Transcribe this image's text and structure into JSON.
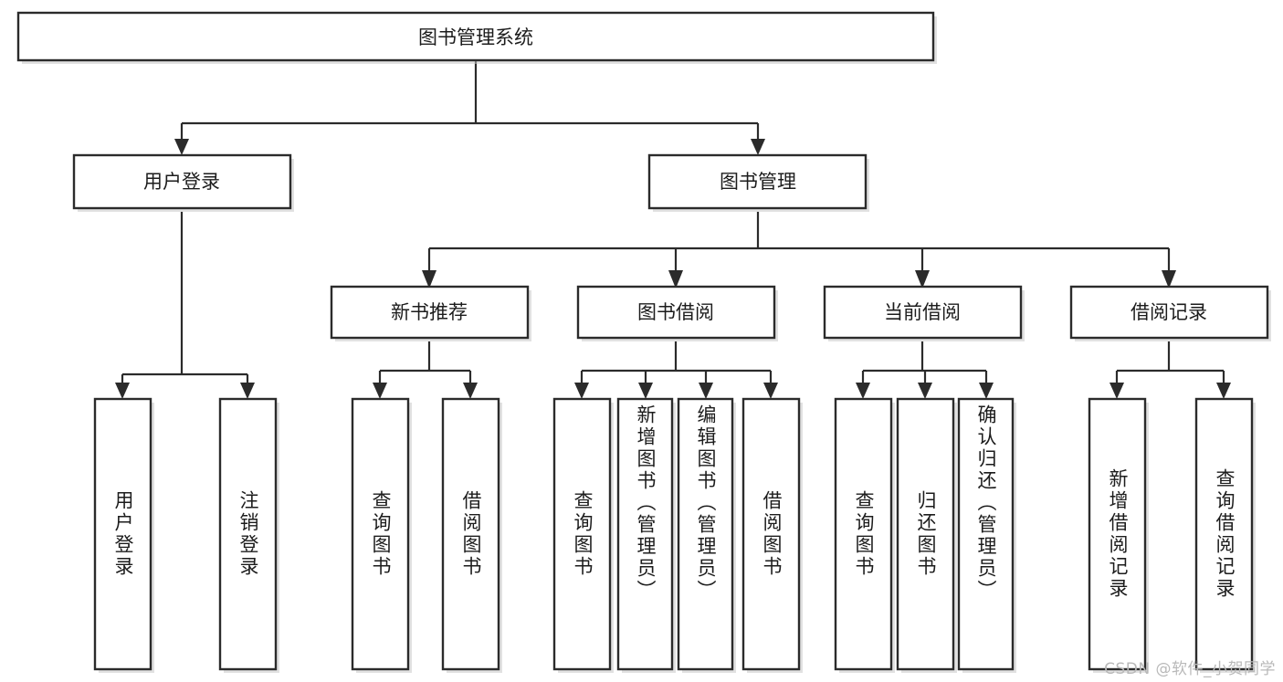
{
  "diagram": {
    "type": "hierarchy-tree",
    "title": "图书管理系统",
    "watermark": "CSDN @软件_小贺同学",
    "colors": {
      "stroke": "#2b2b2b",
      "fill": "#ffffff",
      "text": "#1c1c1c",
      "watermark": "#b9b9b9",
      "shadow": "#c9c9c9"
    },
    "levels": {
      "root": {
        "label": "图书管理系统"
      },
      "level2": [
        {
          "label": "用户登录"
        },
        {
          "label": "图书管理"
        }
      ],
      "level3": [
        {
          "label": "新书推荐"
        },
        {
          "label": "图书借阅"
        },
        {
          "label": "当前借阅"
        },
        {
          "label": "借阅记录"
        }
      ],
      "leaves": {
        "user_login": [
          {
            "label": "用户登录"
          },
          {
            "label": "注销登录"
          }
        ],
        "new_book": [
          {
            "label": "查询图书"
          },
          {
            "label": "借阅图书"
          }
        ],
        "book_borrow": [
          {
            "label": "查询图书"
          },
          {
            "label": "新增图书（管理员）"
          },
          {
            "label": "编辑图书（管理员）"
          },
          {
            "label": "借阅图书"
          }
        ],
        "current_borrow": [
          {
            "label": "查询图书"
          },
          {
            "label": "归还图书"
          },
          {
            "label": "确认归还（管理员）"
          }
        ],
        "borrow_record": [
          {
            "label": "新增借阅记录"
          },
          {
            "label": "查询借阅记录"
          }
        ]
      }
    }
  }
}
